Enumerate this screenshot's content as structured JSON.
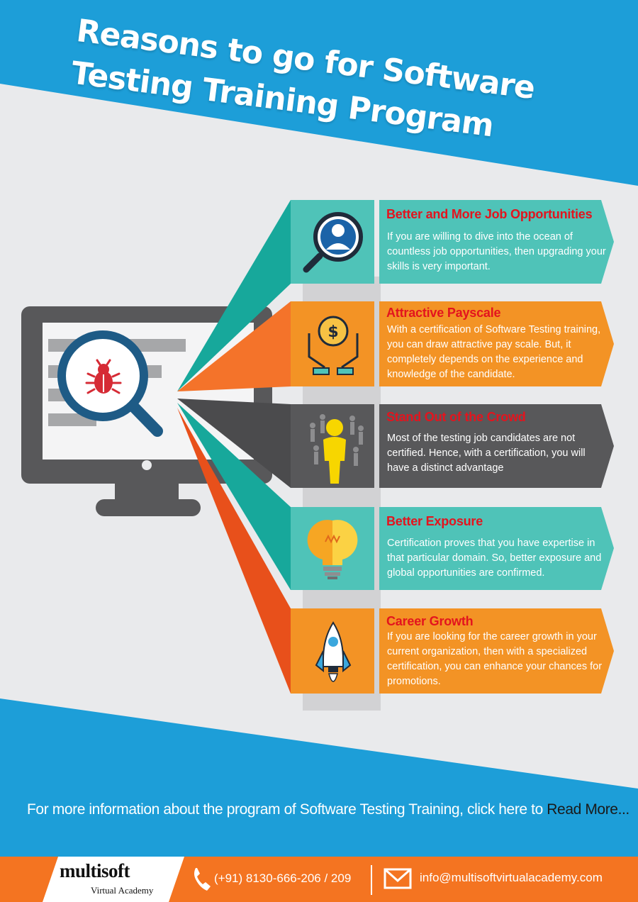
{
  "title": "Reasons to go for Software Testing Training Program",
  "colors": {
    "blue": "#1d9ed8",
    "light_gray": "#e9eaec",
    "teal": "#4fc3b8",
    "orange": "#f39325",
    "dark_gray": "#58585a",
    "red_heading": "#e3141e",
    "footer_orange": "#f47421"
  },
  "cards": [
    {
      "title": "Better and More Job Opportunities",
      "text": "If you are willing to dive into the ocean of countless job opportunities, then upgrading your skills is very important.",
      "icon": "magnifier-person-icon",
      "color": "#4fc3b8"
    },
    {
      "title": "Attractive Payscale",
      "text": "With a certification of Software Testing training, you can draw attractive pay scale. But, it completely depends on the experience and knowledge of the candidate.",
      "icon": "hands-dollar-icon",
      "color": "#f39325"
    },
    {
      "title": "Stand Out of the Crowd",
      "text": "Most of the testing job candidates are not certified. Hence, with a certification, you will have a distinct advantage",
      "icon": "crowd-person-icon",
      "color": "#58585a"
    },
    {
      "title": "Better Exposure",
      "text": "Certification proves that you have expertise in that particular domain. So, better exposure and global opportunities are confirmed.",
      "icon": "light-bulb-icon",
      "color": "#4fc3b8"
    },
    {
      "title": "Career Growth",
      "text": "If you are looking for the career growth in your current organization, then with a specialized certification, you can enhance your chances for promotions.",
      "icon": "rocket-icon",
      "color": "#f39325"
    }
  ],
  "footer": {
    "info_text": "For more information about the program of Software Testing Training, click here to ",
    "read_more": "Read More...",
    "logo_name": "multisoft",
    "logo_sub": "Virtual Academy",
    "phone": "(+91) 8130-666-206 / 209",
    "email": "info@multisoftvirtualacademy.com"
  }
}
